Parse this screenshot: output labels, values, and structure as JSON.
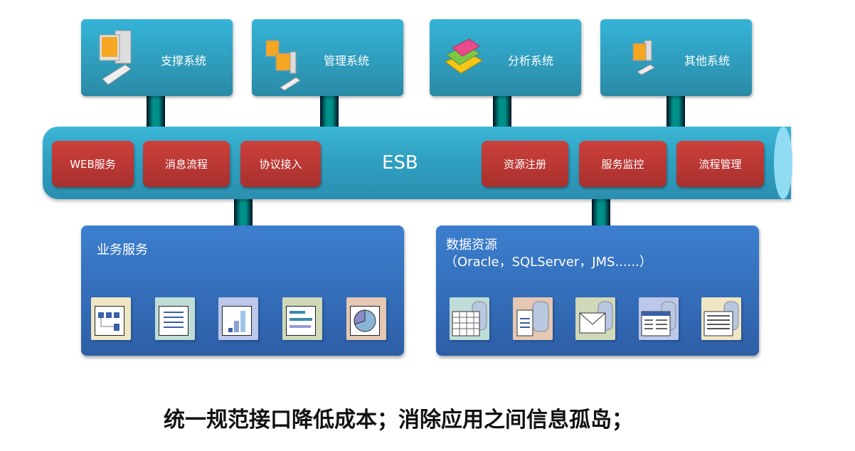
{
  "top_systems": [
    "支撑系统",
    "管理系统",
    "分析系统",
    "其他系统"
  ],
  "esb": {
    "label": "ESB",
    "left_modules": [
      "WEB服务",
      "消息流程",
      "协议接入"
    ],
    "right_modules": [
      "资源注册",
      "服务监控",
      "流程管理"
    ]
  },
  "business_services": {
    "title": "业务服务",
    "icons": [
      "flowchart-icon",
      "list-icon",
      "bar-chart-icon",
      "gantt-chart-icon",
      "pie-chart-icon"
    ]
  },
  "data_resources": {
    "title": "数据资源",
    "subtitle": "（Oracle，SQLServer，JMS......）",
    "icons": [
      "table-database-icon",
      "document-database-icon",
      "mail-database-icon",
      "form-database-icon",
      "report-database-icon"
    ]
  },
  "footer": "统一规范接口降低成本；消除应用之间信息孤岛；"
}
